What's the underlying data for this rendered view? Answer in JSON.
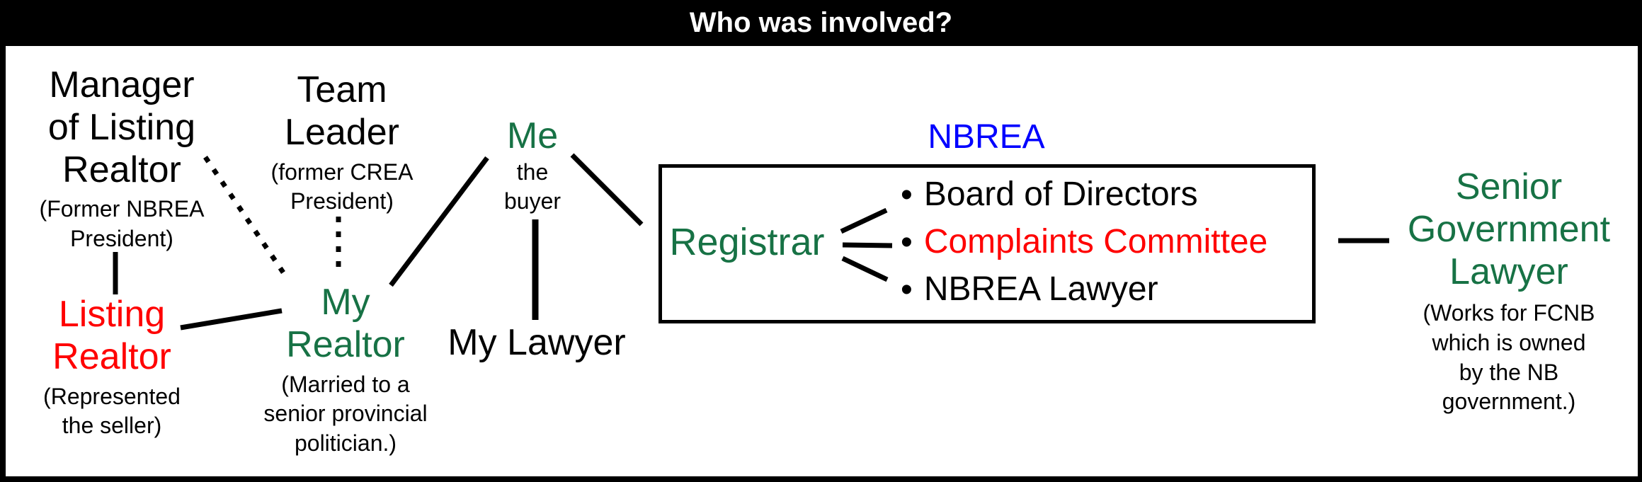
{
  "title": "Who was involved?",
  "colors": {
    "green": "#177245",
    "red": "#ff0000",
    "blue": "#0000ff",
    "banner_bg": "#000000",
    "banner_text": "#ffffff"
  },
  "nodes": {
    "manager": {
      "label": "Manager\nof Listing\nRealtor",
      "sub": "(Former NBREA\nPresident)",
      "color": "black"
    },
    "team_leader": {
      "label": "Team\nLeader",
      "sub": "(former CREA\nPresident)",
      "color": "black"
    },
    "me": {
      "label": "Me",
      "sub": "the\nbuyer",
      "color": "green"
    },
    "my_lawyer": {
      "label": "My Lawyer",
      "color": "black"
    },
    "listing_realtor": {
      "label": "Listing\nRealtor",
      "sub": "(Represented\nthe seller)",
      "color": "red"
    },
    "my_realtor": {
      "label": "My\nRealtor",
      "sub": "(Married to a\nsenior provincial\npolitician.)",
      "color": "green"
    },
    "senior_lawyer": {
      "label": "Senior\nGovernment\nLawyer",
      "sub": "(Works for FCNB\nwhich is owned\nby the NB\ngovernment.)",
      "color": "green"
    }
  },
  "nbrea": {
    "heading": "NBREA",
    "heading_color": "blue",
    "registrar": {
      "label": "Registrar",
      "color": "green"
    },
    "items": [
      {
        "label": "Board of Directors",
        "color": "black"
      },
      {
        "label": "Complaints Committee",
        "color": "red"
      },
      {
        "label": "NBREA Lawyer",
        "color": "black"
      }
    ]
  }
}
